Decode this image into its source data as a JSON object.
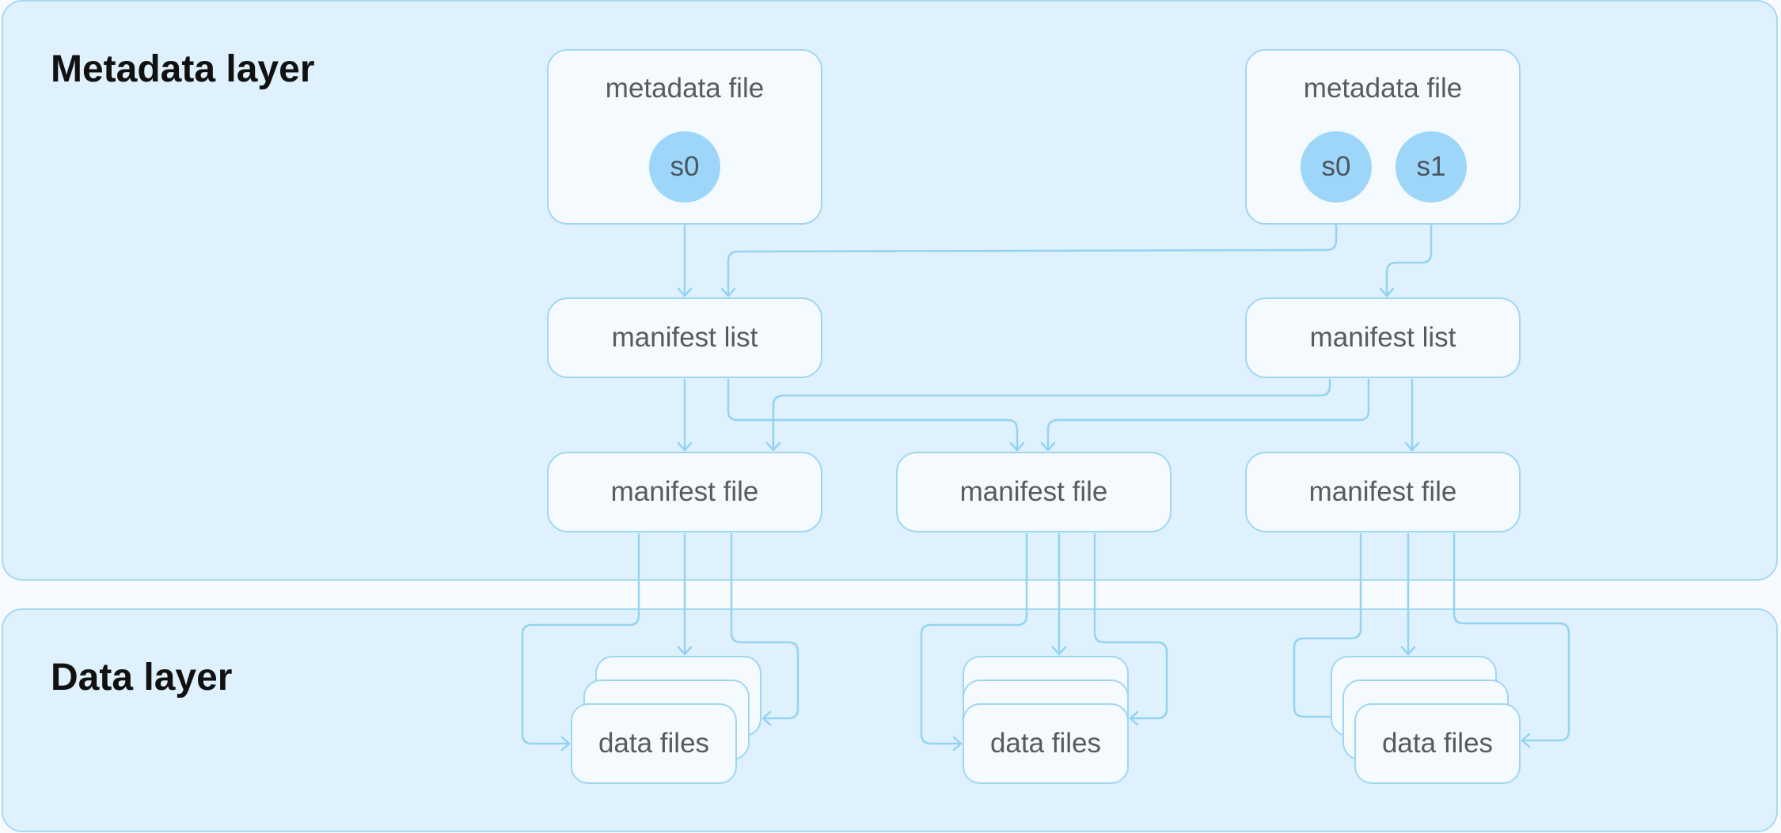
{
  "layers": {
    "metadata": "Metadata layer",
    "data": "Data layer"
  },
  "metadata_files": [
    {
      "label": "metadata file",
      "snapshots": [
        "s0"
      ]
    },
    {
      "label": "metadata file",
      "snapshots": [
        "s0",
        "s1"
      ]
    }
  ],
  "manifest_lists": [
    {
      "label": "manifest list"
    },
    {
      "label": "manifest list"
    }
  ],
  "manifest_files": [
    {
      "label": "manifest file"
    },
    {
      "label": "manifest file"
    },
    {
      "label": "manifest file"
    }
  ],
  "data_files": [
    {
      "label": "data files"
    },
    {
      "label": "data files"
    },
    {
      "label": "data files"
    }
  ],
  "colors": {
    "layer_fill": "#dff1fc",
    "layer_border": "#a7daf4",
    "node_fill": "#f4fafe",
    "node_border": "#9fd7f3",
    "snapshot_fill": "#9dd6f8",
    "connector": "#94d3f2"
  }
}
